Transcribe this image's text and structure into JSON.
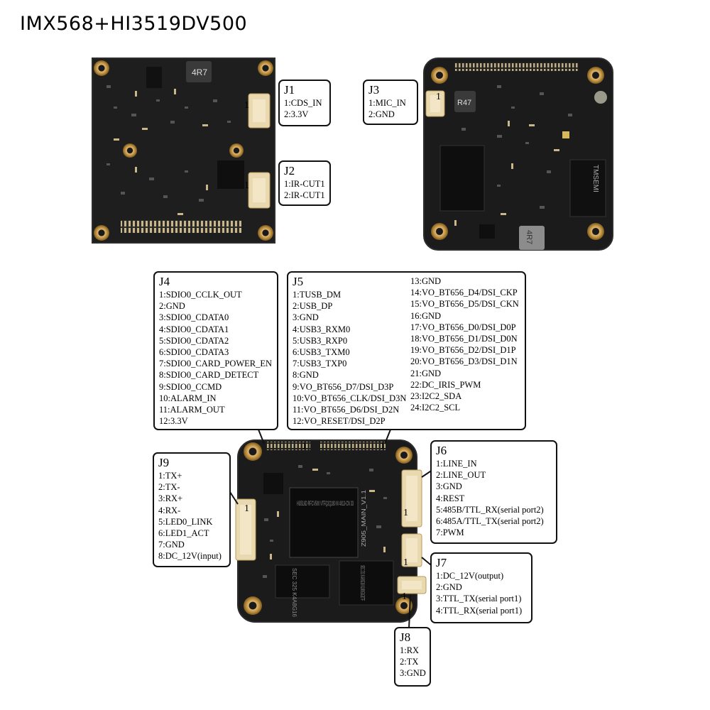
{
  "title": "IMX568+HI3519DV500",
  "pin_one_marker": "1",
  "pcb_labels": {
    "inductor_top": "4R7",
    "inductor_right": "R47",
    "inductor_bottom": "4R7",
    "main_chip": "Hi3516D RFCV500 VTFQ2Q180 M 4013-CN 33",
    "board_id": "Z905_MAIN_V1.1",
    "mem_chip_left": "SEC 325 K4A8G16",
    "mem_chip_right": "SEC 231 K4A8G16 KLM8G1GETF",
    "side_chip": "TMSEMI"
  },
  "connectors": {
    "J1": {
      "name": "J1",
      "pins": [
        "1:CDS_IN",
        "2:3.3V"
      ]
    },
    "J2": {
      "name": "J2",
      "pins": [
        "1:IR-CUT1",
        "2:IR-CUT1"
      ]
    },
    "J3": {
      "name": "J3",
      "pins": [
        "1:MIC_IN",
        "2:GND"
      ]
    },
    "J4": {
      "name": "J4",
      "pins": [
        "1:SDIO0_CCLK_OUT",
        "2:GND",
        "3:SDIO0_CDATA0",
        "4:SDIO0_CDATA1",
        "5:SDIO0_CDATA2",
        "6:SDIO0_CDATA3",
        "7:SDIO0_CARD_POWER_EN",
        "8:SDIO0_CARD_DETECT",
        "9:SDIO0_CCMD",
        "10:ALARM_IN",
        "11:ALARM_OUT",
        "12:3.3V"
      ]
    },
    "J5": {
      "name": "J5",
      "pins_left": [
        "1:TUSB_DM",
        "2:USB_DP",
        "3:GND",
        "4:USB3_RXM0",
        "5:USB3_RXP0",
        "6:USB3_TXM0",
        "7:USB3_TXP0",
        "8:GND",
        "9:VO_BT656_D7/DSI_D3P",
        "10:VO_BT656_CLK/DSI_D3N",
        "11:VO_BT656_D6/DSI_D2N",
        "12:VO_RESET/DSI_D2P"
      ],
      "pins_right": [
        "13:GND",
        "14:VO_BT656_D4/DSI_CKP",
        "15:VO_BT656_D5/DSI_CKN",
        "16:GND",
        "17:VO_BT656_D0/DSI_D0P",
        "18:VO_BT656_D1/DSI_D0N",
        "19:VO_BT656_D2/DSI_D1P",
        "20:VO_BT656_D3/DSI_D1N",
        "21:GND",
        "22:DC_IRIS_PWM",
        "23:I2C2_SDA",
        "24:I2C2_SCL"
      ]
    },
    "J6": {
      "name": "J6",
      "pins": [
        "1:LINE_IN",
        "2:LINE_OUT",
        "3:GND",
        "4:REST",
        "5:485B/TTL_RX(serial port2)",
        "6:485A/TTL_TX(serial port2)",
        "7:PWM"
      ]
    },
    "J7": {
      "name": "J7",
      "pins": [
        "1:DC_12V(output)",
        "2:GND",
        "3:TTL_TX(serial port1)",
        "4:TTL_RX(serial port1)"
      ]
    },
    "J8": {
      "name": "J8",
      "pins": [
        "1:RX",
        "2:TX",
        "3:GND"
      ]
    },
    "J9": {
      "name": "J9",
      "pins": [
        "1:TX+",
        "2:TX-",
        "3:RX+",
        "4:RX-",
        "5:LED0_LINK",
        "6:LED1_ACT",
        "7:GND",
        "8:DC_12V(input)"
      ]
    }
  }
}
